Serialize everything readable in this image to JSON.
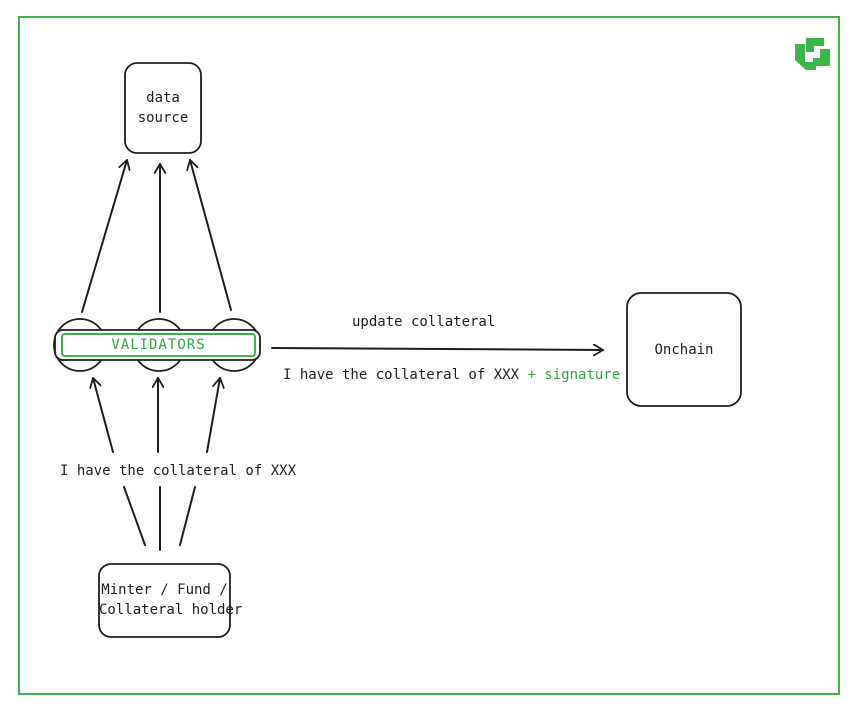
{
  "diagram": {
    "nodes": {
      "data_source": {
        "line1": "data",
        "line2": "source"
      },
      "validators": {
        "label": "VALIDATORS"
      },
      "onchain": {
        "label": "Onchain"
      },
      "minter": {
        "line1": "Minter / Fund /",
        "line2": "Collateral holder"
      }
    },
    "edges": {
      "update_label": "update collateral",
      "onchain_claim": "I have the collateral of XXX",
      "onchain_signature": "+ signature",
      "minter_claim": "I have the collateral of XXX"
    }
  },
  "colors": {
    "accent": "#3db54a",
    "accent_text": "#2fa83d",
    "stroke": "#1e1e1e"
  },
  "icons": {
    "logo": "green-square-logo-icon"
  }
}
